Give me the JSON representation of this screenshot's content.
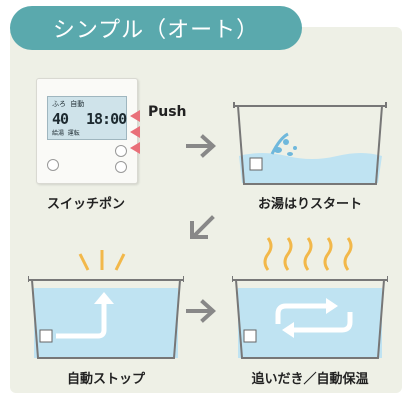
{
  "title": "シンプル（オート）",
  "push_label": "Push",
  "controller": {
    "temp": "40",
    "time": "18:00",
    "top_text": "ふろ 自動",
    "bottom_text": "給湯 運転"
  },
  "steps": [
    {
      "caption": "スイッチポン"
    },
    {
      "caption": "お湯はりスタート"
    },
    {
      "caption": "自動ストップ"
    },
    {
      "caption": "追いだき／自動保温"
    }
  ],
  "colors": {
    "title_bg": "#5aa9ad",
    "panel_bg": "#eef0e6",
    "water": "#bfe3f2",
    "arrow": "#888888",
    "push_arrow": "#e9707a",
    "steam": "#f2b84a"
  }
}
